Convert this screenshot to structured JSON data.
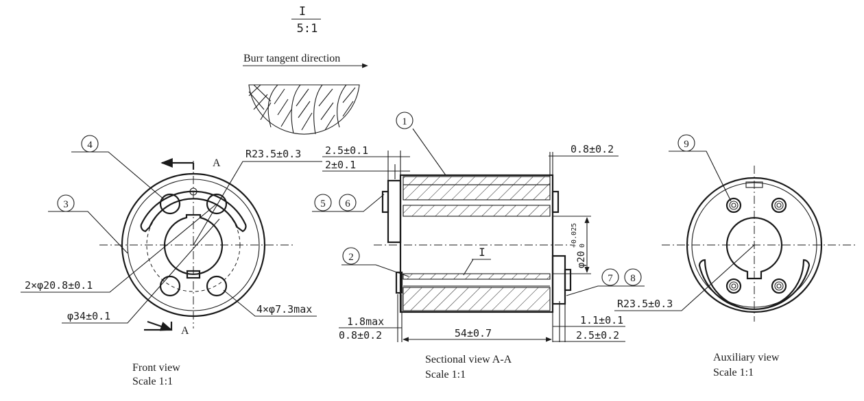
{
  "detail": {
    "label": "I",
    "scale": "5:1",
    "burr_direction": "Burr tangent direction"
  },
  "front_view": {
    "title": "Front view",
    "scale": "Scale 1:1",
    "section_mark": "A",
    "callouts": {
      "item_4": "4",
      "item_3": "3"
    },
    "dims": {
      "radius": "R23.5±0.3",
      "holes": "2×φ20.8±0.1",
      "outer_dia": "φ34±0.1",
      "small_holes": "4×φ7.3max"
    }
  },
  "section_view": {
    "title": "Sectional view A-A",
    "scale": "Scale 1:1",
    "detail_mark": "I",
    "callouts": {
      "item_1": "1",
      "item_2": "2",
      "item_5": "5",
      "item_6": "6",
      "item_7": "7",
      "item_8": "8"
    },
    "dims": {
      "top_left_1": "2.5±0.1",
      "top_left_2": "2±0.1",
      "top_right": "0.8±0.2",
      "bore": "φ20",
      "bore_tol_upper": "+0.025",
      "bore_tol_lower": "0",
      "bottom_left_1": "1.8max",
      "bottom_left_2": "0.8±0.2",
      "length": "54±0.7",
      "bottom_right_1": "1.1±0.1",
      "bottom_right_2": "2.5±0.2"
    }
  },
  "aux_view": {
    "title": "Auxiliary view",
    "scale": "Scale 1:1",
    "callouts": {
      "item_9": "9"
    },
    "dims": {
      "radius": "R23.5±0.3"
    }
  }
}
